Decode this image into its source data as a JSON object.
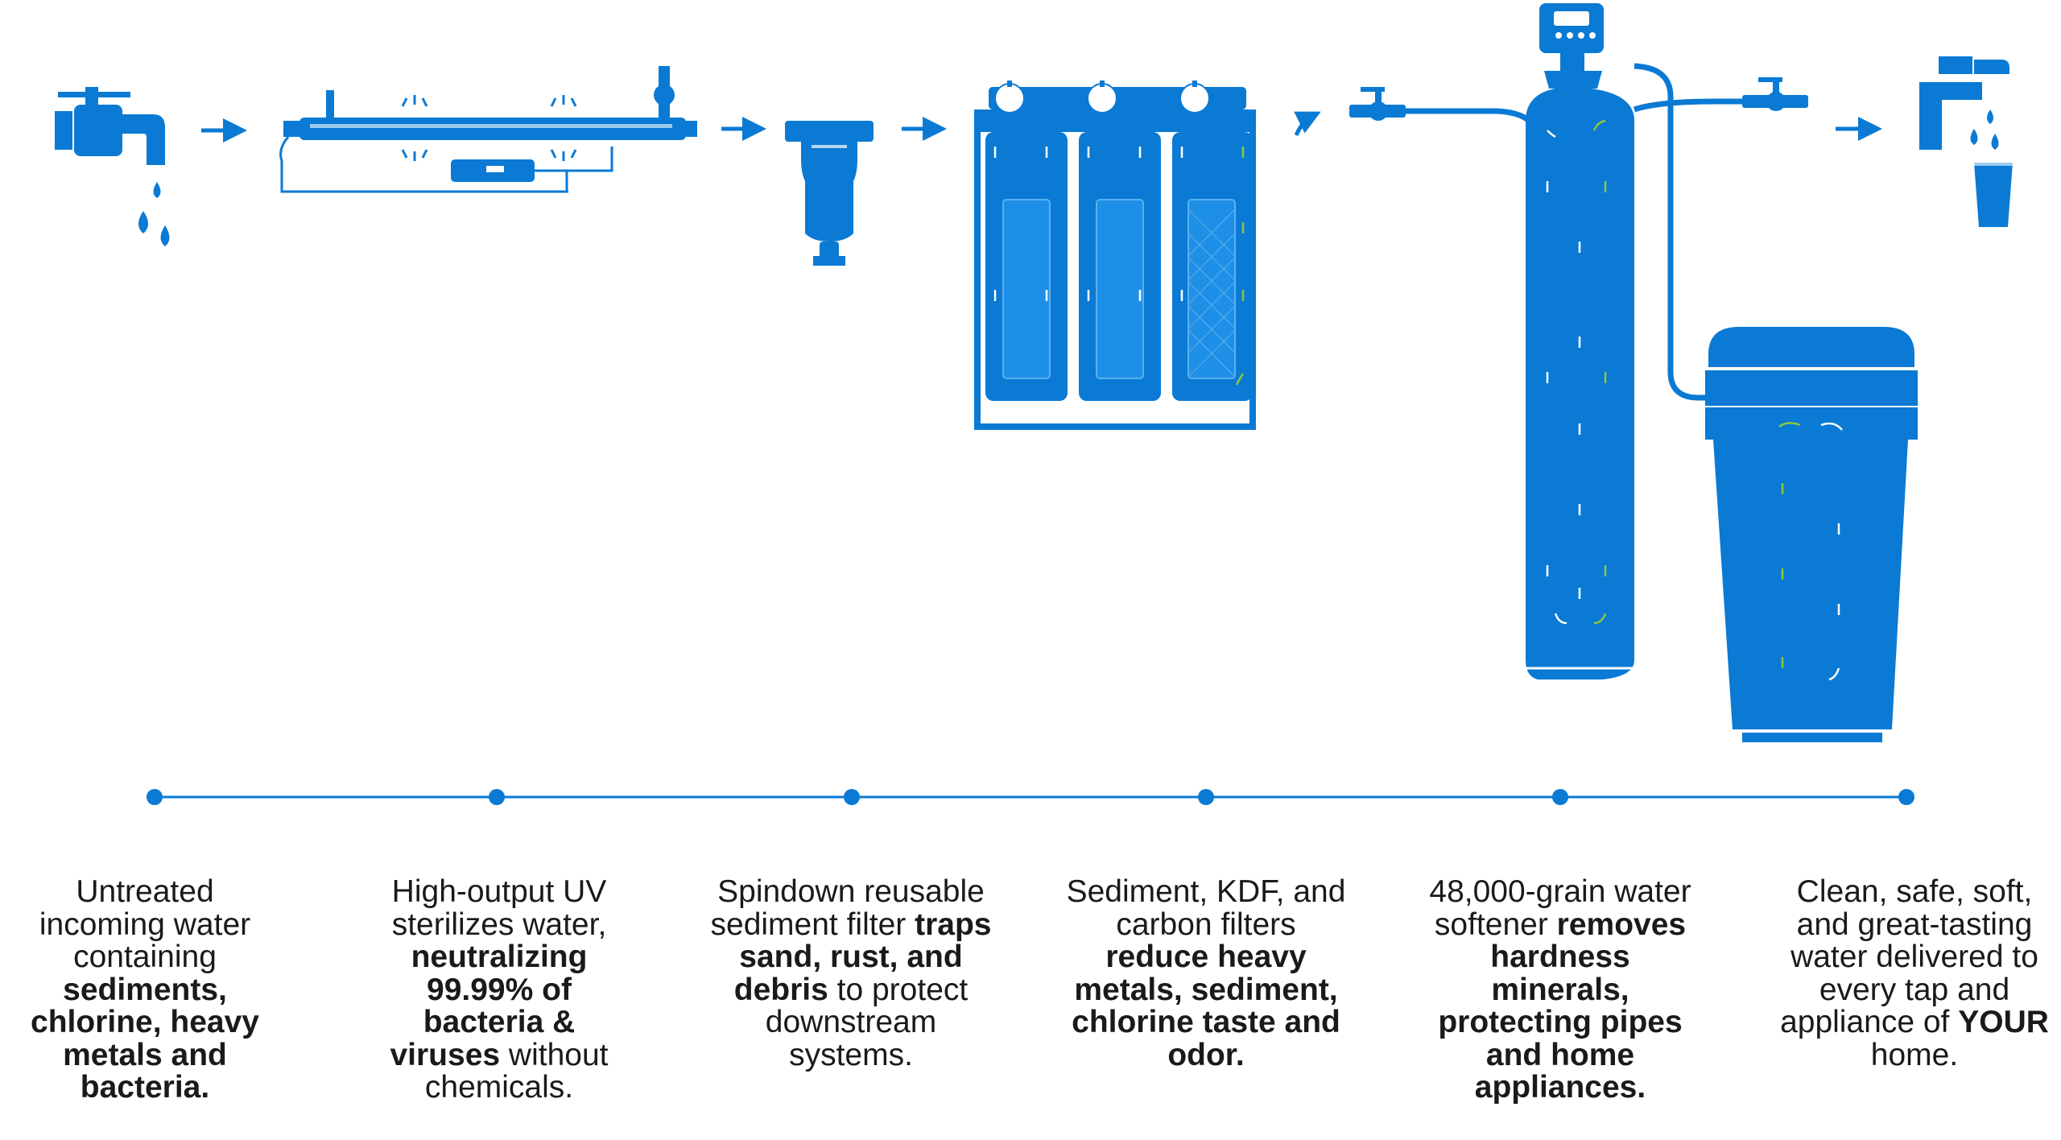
{
  "colors": {
    "primary": "#0a7ad4",
    "accent_green": "#8cc63f",
    "line": "#0a7ad4"
  },
  "icons": [
    "faucet-dripping-icon",
    "arrow-right-icon",
    "uv-sterilizer-icon",
    "spindown-filter-icon",
    "triple-filter-housing-icon",
    "curved-arrow-icon",
    "valve-icon",
    "water-softener-tank-icon",
    "brine-tank-icon",
    "tap-glass-icon"
  ],
  "steps": [
    {
      "parts": [
        {
          "t": "Untreated incoming water containing ",
          "b": false
        },
        {
          "t": "sediments, chlorine, heavy metals and bacteria.",
          "b": true
        }
      ]
    },
    {
      "parts": [
        {
          "t": "High-output UV sterilizes water, ",
          "b": false
        },
        {
          "t": "neutralizing 99.99% of bacteria  & viruses",
          "b": true
        },
        {
          "t": " without chemicals.",
          "b": false
        }
      ]
    },
    {
      "parts": [
        {
          "t": "Spindown reusable sediment filter ",
          "b": false
        },
        {
          "t": "traps sand, rust, and debris",
          "b": true
        },
        {
          "t": " to protect downstream systems.",
          "b": false
        }
      ]
    },
    {
      "parts": [
        {
          "t": "Sediment, KDF, and carbon filters ",
          "b": false
        },
        {
          "t": "reduce heavy metals, sediment, chlorine taste and odor.",
          "b": true
        }
      ]
    },
    {
      "parts": [
        {
          "t": "48,000-grain water softener ",
          "b": false
        },
        {
          "t": "removes hardness minerals, protecting pipes and home appliances.",
          "b": true
        }
      ]
    },
    {
      "parts": [
        {
          "t": "Clean, safe, soft, and great-tasting water delivered to every tap and appliance of ",
          "b": false
        },
        {
          "t": "YOUR",
          "b": true
        },
        {
          "t": " home.",
          "b": false
        }
      ]
    }
  ]
}
